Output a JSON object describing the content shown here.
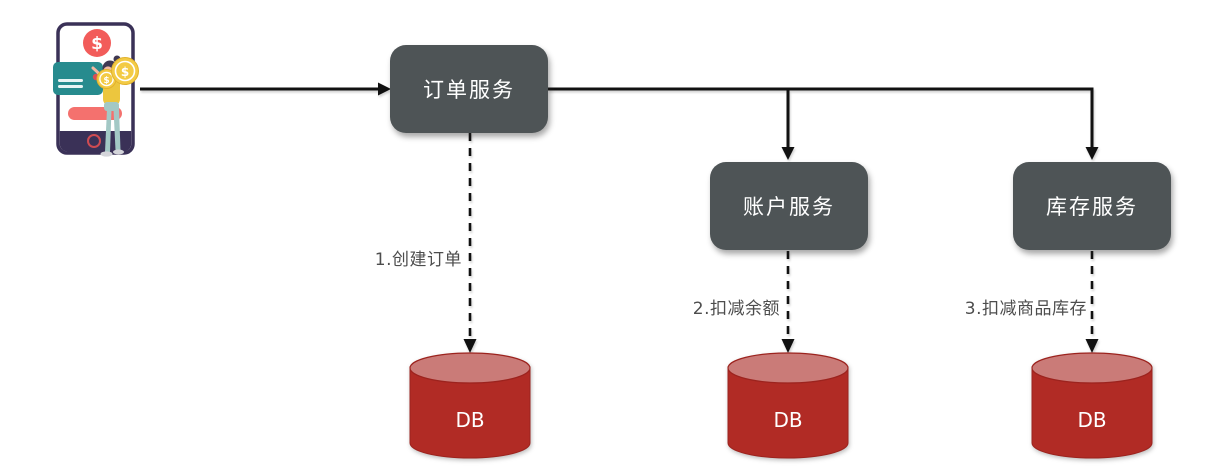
{
  "diagram": {
    "type": "microservice-flow",
    "services": [
      {
        "id": "order-service",
        "label": "订单服务"
      },
      {
        "id": "account-service",
        "label": "账户服务"
      },
      {
        "id": "inventory-service",
        "label": "库存服务"
      }
    ],
    "databases": [
      {
        "id": "order-db",
        "label": "DB"
      },
      {
        "id": "account-db",
        "label": "DB"
      },
      {
        "id": "inventory-db",
        "label": "DB"
      }
    ],
    "edges": [
      {
        "from": "user",
        "to": "order-service",
        "style": "solid",
        "label": ""
      },
      {
        "from": "order-service",
        "to": "account-service",
        "style": "solid",
        "label": ""
      },
      {
        "from": "order-service",
        "to": "inventory-service",
        "style": "solid",
        "label": ""
      },
      {
        "from": "order-service",
        "to": "order-db",
        "style": "dashed",
        "label": "1.创建订单"
      },
      {
        "from": "account-service",
        "to": "account-db",
        "style": "dashed",
        "label": "2.扣减余额"
      },
      {
        "from": "inventory-service",
        "to": "inventory-db",
        "style": "dashed",
        "label": "3.扣减商品库存"
      }
    ],
    "actor": {
      "icons": [
        "smartphone-icon",
        "dollar-badge-icon",
        "credit-card-icon",
        "coin-icon",
        "person-figure"
      ],
      "coin_symbol": "$"
    },
    "colors": {
      "service_box": "#4e5456",
      "service_text": "#ffffff",
      "db_body": "#b12b25",
      "db_top": "#ca7b78",
      "db_rim": "#9c231e",
      "connector": "#111111",
      "edge_label": "#4d4d4d",
      "phone_frame": "#3a3157",
      "accent_coral": "#f25c5a",
      "card_teal": "#278b8e",
      "coin_gold": "#f3cb45"
    }
  }
}
